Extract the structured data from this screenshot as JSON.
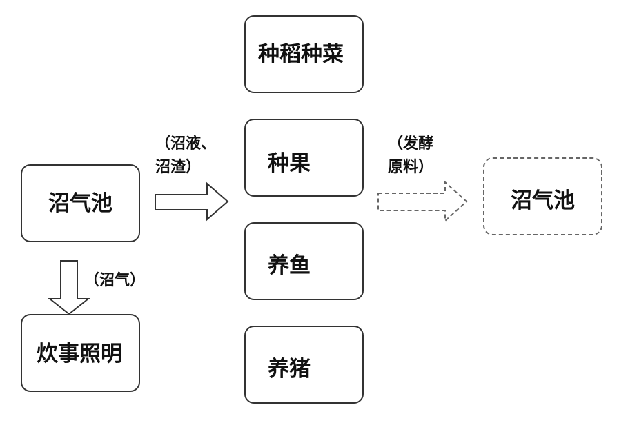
{
  "nodes": {
    "biogas_tank_left": {
      "label": "沼气池"
    },
    "cooking_lighting": {
      "label": "炊事照明"
    },
    "rice_vegetables": {
      "label": "种稻种菜"
    },
    "fruit_trees": {
      "label": "种果"
    },
    "fish_farming": {
      "label": "养鱼"
    },
    "pig_farming": {
      "label": "养猪"
    },
    "biogas_tank_right": {
      "label": "沼气池"
    }
  },
  "edges": {
    "slurry_residue": {
      "line1": "（沼液、",
      "line2": "沼渣）"
    },
    "biogas": {
      "line1": "（沼气）"
    },
    "fermentation_material": {
      "line1": "（发酵",
      "line2": "原料）"
    }
  },
  "colors": {
    "border": "#333333",
    "dashed_border": "#666666",
    "text": "#111111",
    "background": "#ffffff"
  }
}
